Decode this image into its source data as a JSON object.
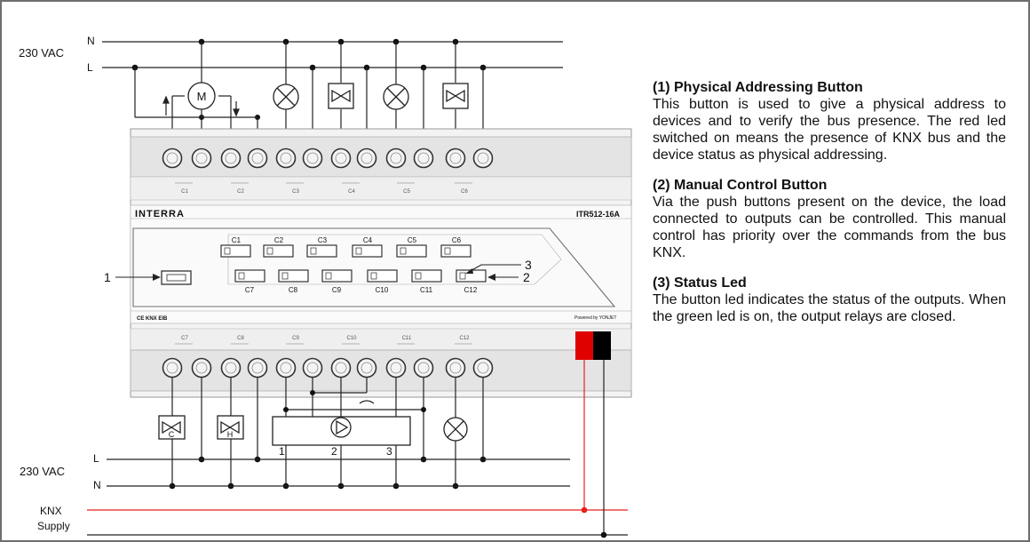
{
  "diagram": {
    "top_supply_label": "230 VAC",
    "bottom_supply_label": "230 VAC",
    "line_n": "N",
    "line_l": "L",
    "knx_label": "KNX",
    "supply_label": "Supply",
    "motor_label": "M",
    "brand": "INTERRA",
    "model": "ITR512-16A",
    "powered_by": "Powered by YONJET",
    "cert_marks": "CE KNX EIB",
    "channels_top": [
      "C1",
      "C2",
      "C3",
      "C4",
      "C5",
      "C6"
    ],
    "channels_bottom": [
      "C7",
      "C8",
      "C9",
      "C10",
      "C11",
      "C12"
    ],
    "output_labels_top": [
      "C1",
      "C2",
      "C3",
      "C4",
      "C5",
      "C6"
    ],
    "output_labels_bottom": [
      "C7",
      "C8",
      "C9",
      "C10",
      "C11",
      "C12"
    ],
    "callouts": [
      "1",
      "2",
      "3"
    ],
    "valve_labels": [
      "C",
      "H"
    ],
    "pump_terminals": [
      "1",
      "2",
      "3"
    ]
  },
  "sections": [
    {
      "title": "(1) Physical Addressing Button",
      "body": "This button is used to give a physical address to devices and to verify the bus presence. The red led switched on means the presence of KNX bus and the device status as physical addressing."
    },
    {
      "title": "(2) Manual Control Button",
      "body": "Via the push buttons present on the device, the load connected to outputs can be controlled. This manual control has priority over the commands from the bus KNX."
    },
    {
      "title": " (3) Status Led",
      "body": "The button led indicates the status of the outputs. When the green led is on, the output relays are closed."
    }
  ],
  "colors": {
    "knx_line": "#e8201a",
    "terminal_red": "#e00000",
    "terminal_black": "#000000",
    "frame_border": "#6e6e6e"
  }
}
